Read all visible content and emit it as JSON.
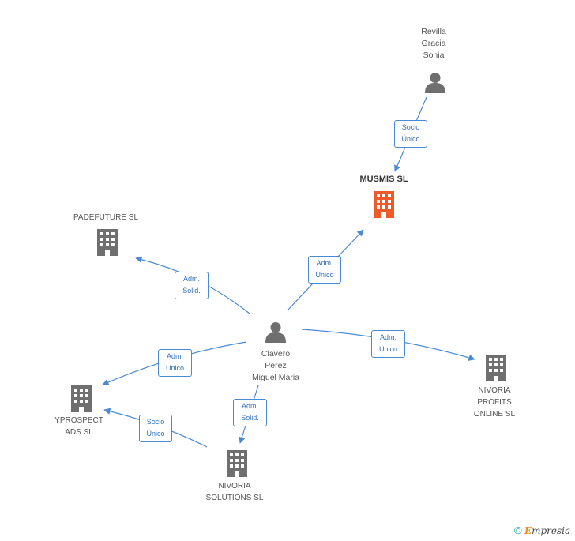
{
  "nodes": {
    "revilla": {
      "label": "Revilla\nGracia\nSonia",
      "icon": "person-icon"
    },
    "musmis": {
      "label": "MUSMIS SL",
      "icon": "building-icon",
      "color": "#f05a28"
    },
    "padefuture": {
      "label": "PADEFUTURE SL",
      "icon": "building-icon"
    },
    "clavero": {
      "label": "Clavero\nPerez\nMiguel Maria",
      "icon": "person-icon"
    },
    "nivoria_profits": {
      "label": "NIVORIA\nPROFITS\nONLINE SL",
      "icon": "building-icon"
    },
    "yprospect": {
      "label": "YPROSPECT\nADS SL",
      "icon": "building-icon"
    },
    "nivoria_solutions": {
      "label": "NIVORIA\nSOLUTIONS SL",
      "icon": "building-icon"
    }
  },
  "edges": {
    "revilla_musmis": "Socio\nÚnico",
    "clavero_musmis": "Adm.\nUnico",
    "clavero_padefuture": "Adm.\nSolid.",
    "clavero_nivoria_profits": "Adm.\nUnico",
    "clavero_yprospect": "Adm.\nUnico",
    "clavero_nivoria_solutions": "Adm.\nSolid.",
    "nivoria_solutions_yprospect": "Socio\nÚnico"
  },
  "colors": {
    "edge": "#4a8ad4",
    "icon": "#6f6f6f",
    "highlight": "#f05a28"
  },
  "credit": {
    "symbol": "©",
    "brand_first": "E",
    "brand_rest": "mpresia"
  }
}
